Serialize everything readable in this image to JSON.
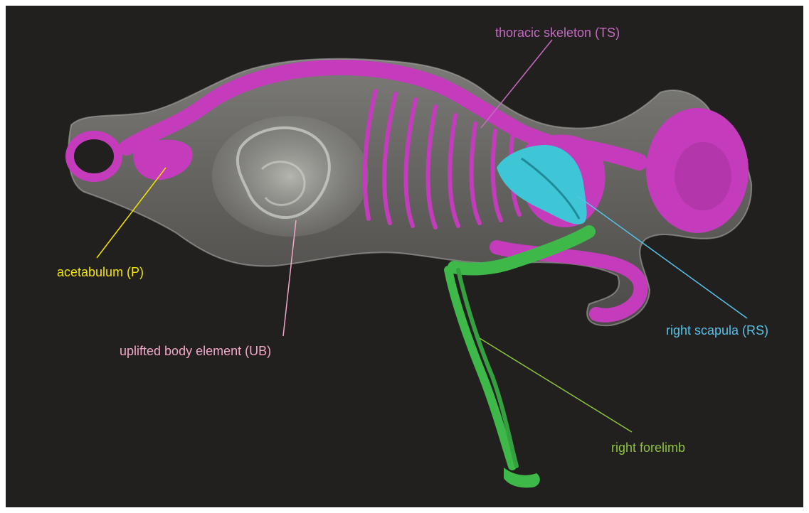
{
  "colors": {
    "background": "#221f1f",
    "thoracic_skeleton": "#c43cbc",
    "right_scapula": "#3ec6d6",
    "right_forelimb": "#3fb84a",
    "body_outline": "#8b8b85",
    "acetabulum_label": "#f2e500",
    "uplifted_body_label": "#f0a7c8",
    "thoracic_label": "#c46bc0",
    "scapula_label": "#55c3e6",
    "forelimb_label": "#8cc43c"
  },
  "labels": {
    "thoracic_skeleton": "thoracic skeleton (TS)",
    "acetabulum": "acetabulum (P)",
    "uplifted_body": "uplifted body element (UB)",
    "right_scapula": "right scapula (RS)",
    "right_forelimb": "right forelimb"
  }
}
